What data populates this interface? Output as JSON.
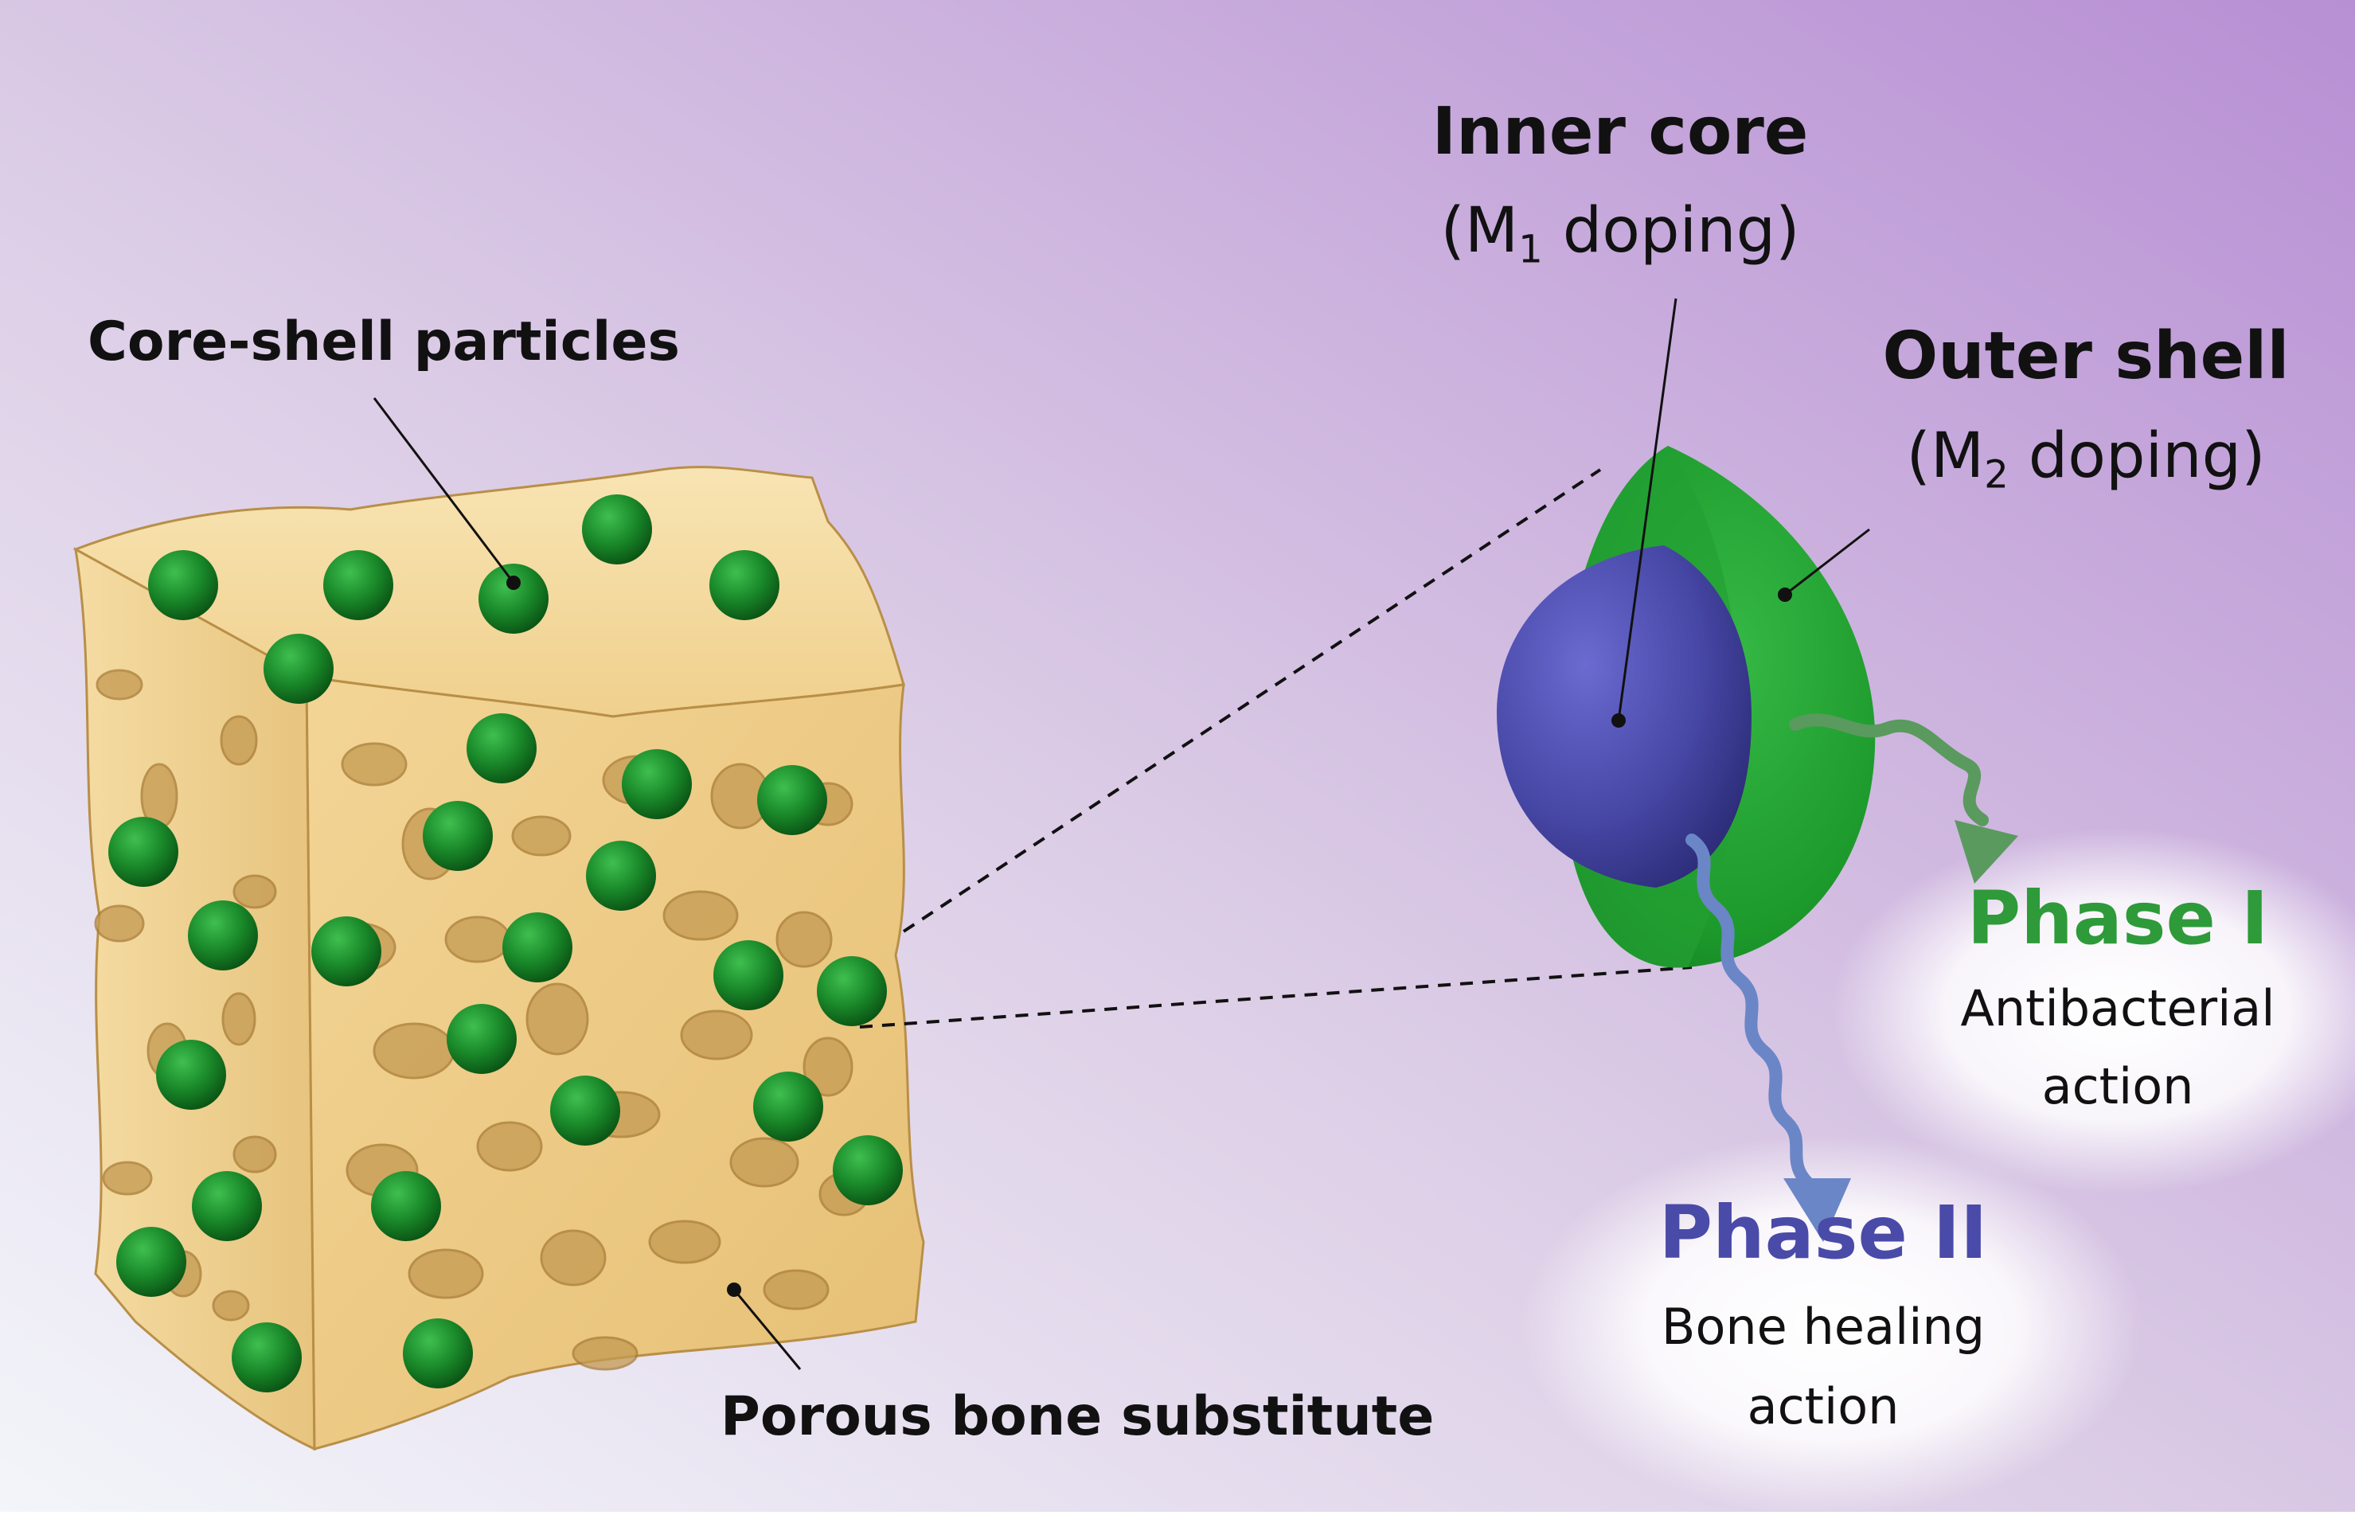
{
  "labels": {
    "core_shell": "Core-shell particles",
    "porous_bone": "Porous bone substitute",
    "inner_core_title": "Inner core",
    "inner_core_open": "(M",
    "inner_core_sub": "1",
    "inner_core_close": " doping)",
    "outer_shell_title": "Outer shell",
    "outer_shell_open": "(M",
    "outer_shell_sub": "2",
    "outer_shell_close": " doping)",
    "phase1_title": "Phase I",
    "phase1_line1": "Antibacterial",
    "phase1_line2": "action",
    "phase2_title": "Phase II",
    "phase2_line1": "Bone healing",
    "phase2_line2": "action"
  },
  "colors": {
    "background_light": "#f4f6fb",
    "background_purple": "#b896d3",
    "bone": "#f4d79a",
    "bone_dark": "#c9a25c",
    "particle_green": "#1e8c2c",
    "core_blue": "#4a4aa8",
    "phase1_green": "#2e9a3a",
    "phase2_blue": "#4a4aa8"
  }
}
